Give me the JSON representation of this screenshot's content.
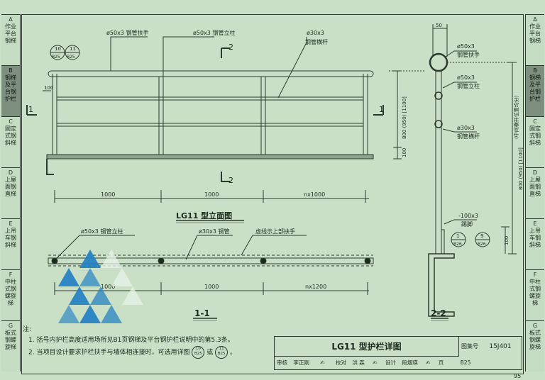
{
  "left_tabs": [
    {
      "label": "A 作业 平台 钢梯",
      "active": false
    },
    {
      "label": "B 钢梯 及平 台钢 护栏",
      "active": true
    },
    {
      "label": "C 固定 式钢 斜梯",
      "active": false
    },
    {
      "label": "D 上屋 面钢 直梯",
      "active": false
    },
    {
      "label": "E 上吊 车钢 斜梯",
      "active": false
    },
    {
      "label": "F 中柱 式钢 螺旋 梯",
      "active": false
    },
    {
      "label": "G 板式 钢螺 旋梯",
      "active": false
    }
  ],
  "right_tabs": [
    {
      "label": "A 作业 平台 钢梯",
      "active": false
    },
    {
      "label": "B 钢梯 及平 台钢 护栏",
      "active": true
    },
    {
      "label": "C 固定 式钢 斜梯",
      "active": false
    },
    {
      "label": "D 上屋 面钢 直梯",
      "active": false
    },
    {
      "label": "E 上吊 车钢 斜梯",
      "active": false
    },
    {
      "label": "F 中柱 式钢 螺旋 梯",
      "active": false
    },
    {
      "label": "G 板式 钢螺 旋梯",
      "active": false
    }
  ],
  "elevation": {
    "label_handrail": "ø50x3 钢管扶手",
    "label_post": "ø50x3 钢管立柱",
    "label_rail_size": "ø30x3",
    "label_rail": "钢管横杆",
    "ref_top": "10",
    "ref_bottom_left": "B25",
    "ref_top_2": "11",
    "ref_bottom_right": "B25",
    "section_mark_1": "1",
    "section_mark_2": "2",
    "dim_100": "100",
    "dim_height": "800 (950) [1100]",
    "dim_bottom": "100",
    "dim_spans": [
      "1000",
      "1000",
      "nx1000"
    ],
    "title": "LG11 型立面图"
  },
  "plan": {
    "label_post": "ø50x3 钢管立柱",
    "label_rail": "ø30x3 钢管",
    "label_dashed": "虚线示上部扶手",
    "dim_spans": [
      "1000",
      "1000",
      "nx1200"
    ],
    "title": "1-1"
  },
  "section": {
    "dim_top": "50",
    "label_handrail_size": "ø50x3",
    "label_handrail": "钢管扶手",
    "label_post_size": "ø50x3",
    "label_post": "钢管立柱",
    "label_rail_size": "ø30x3",
    "label_rail": "钢管横杆",
    "dim_total": "800 (950) [1100]",
    "dim_total_note": "(中间横杆位置均分)",
    "label_toe_size": "-100x3",
    "label_toe": "踢脚",
    "ref_1_top": "1",
    "ref_1_bottom": "B26",
    "ref_2_top": "9",
    "ref_2_bottom": "B26",
    "dim_100": "100",
    "title": "2-2"
  },
  "notes": {
    "heading": "注:",
    "line1": "1. 括号内护栏高度适用场所见B1页钢梯及平台钢护栏说明中的第5.3条。",
    "line2_pre": "2. 当项目设计要求护栏扶手与墙体相连接时，可选用详图",
    "line2_ref1_top": "10",
    "line2_ref1_bottom": "B25",
    "line2_mid": "或",
    "line2_ref2_top": "11",
    "line2_ref2_bottom": "B25",
    "line2_end": "。"
  },
  "title_block": {
    "title": "LG11 型护栏详图",
    "atlas_label": "图集号",
    "atlas_no": "15J401",
    "page_label": "页",
    "page_no": "B25",
    "row": [
      "审核",
      "李正刚",
      "校对",
      "洪 森",
      "设计",
      "段烟瑛"
    ]
  },
  "page_number": "95",
  "colors": {
    "paper": "#c9e0c7",
    "ink": "#1d2b1f",
    "logo_blue": "#1f7fc3"
  }
}
